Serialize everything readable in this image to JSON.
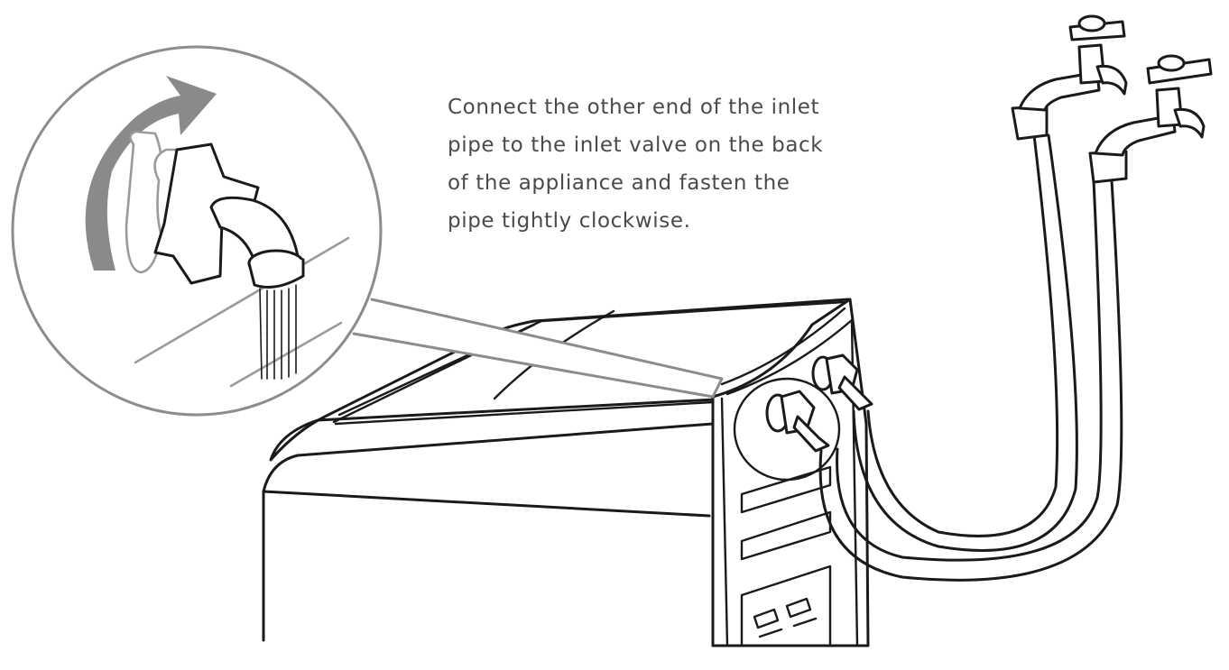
{
  "instruction": {
    "lines": [
      "Connect the other end of the inlet",
      "pipe to the inlet valve on the back",
      "of the appliance and fasten the",
      "pipe tightly clockwise."
    ]
  },
  "colors": {
    "line": "#1a1a1a",
    "callout": "#9a9a9a",
    "arrow": "#8a8a8a",
    "text": "#4a4a4a",
    "background": "#ffffff"
  },
  "icons": {
    "rotation": "clockwise-arrow-icon",
    "taps": "water-tap-icon"
  }
}
